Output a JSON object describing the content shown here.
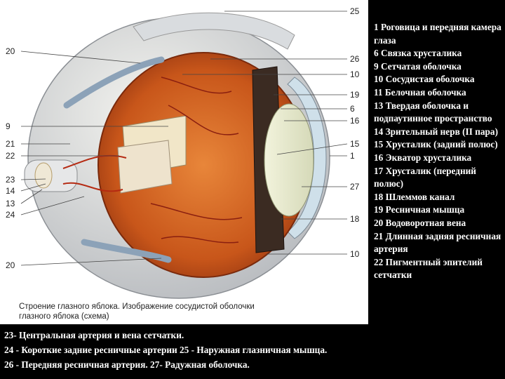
{
  "figure": {
    "caption_line1": "Строение глазного яблока. Изображение сосудистой оболочки",
    "caption_line2": "глазного яблока (схема)",
    "labels_left": [
      "20",
      "9",
      "21",
      "22",
      "23",
      "14",
      "13",
      "24",
      "20"
    ],
    "labels_right": [
      "25",
      "26",
      "10",
      "19",
      "6",
      "16",
      "15",
      "1",
      "27",
      "18",
      "10"
    ]
  },
  "legend": [
    "1 Роговица и передняя камера глаза",
    "6 Связка хрусталика",
    "9 Сетчатая оболочка",
    "10 Сосудистая оболочка",
    "11 Белочная оболочка",
    "13 Твердая оболочка и подпаутинное пространство",
    "14 Зрительный нерв (II пара)",
    "15 Хрусталик (задний полюс)",
    "16 Экватор хрусталика",
    "17 Хрусталик (передний полюс)",
    "18 Шлеммов канал",
    "19 Ресничная мышца",
    "20 Водоворотная вена",
    "21 Длинная задняя ресничная артерия",
    "22 Пигментный эпителий сетчатки"
  ],
  "bottom_notes": [
    "23- Центральная артерия и вена сетчатки.",
    "24 - Короткие задние ресничные артерии  25 - Наружная глазничная мышца.",
    "26 - Передняя ресничная артерия.  27- Радужная оболочка."
  ],
  "colors": {
    "background": "#000000",
    "figure_bg": "#ffffff",
    "text": "#ffffff",
    "choroid": "#c8561a"
  }
}
